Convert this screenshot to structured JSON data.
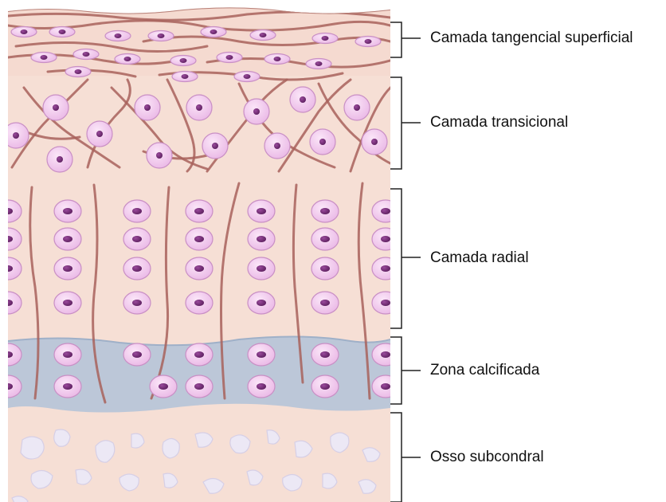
{
  "layers": [
    {
      "id": "superficial",
      "label": "Camada tangencial superficial"
    },
    {
      "id": "transitional",
      "label": "Camada transicional"
    },
    {
      "id": "radial",
      "label": "Camada radial"
    },
    {
      "id": "calcified",
      "label": "Zona calcificada"
    },
    {
      "id": "subchondral",
      "label": "Osso subcondral"
    }
  ],
  "colors": {
    "matrix": "#f6dfd5",
    "matrix_bottom": "#f3d9cf",
    "calcified": "#b6c4d8",
    "fiber": "#a8625c",
    "cell_fill": "#f2c8ee",
    "cell_stroke": "#c98fc5",
    "cell_highlight": "#fbe6f8",
    "nucleus": "#6f2d72",
    "bone": "#ece8f5",
    "bone_stroke": "#d6cfe6",
    "bracket": "#222222"
  }
}
